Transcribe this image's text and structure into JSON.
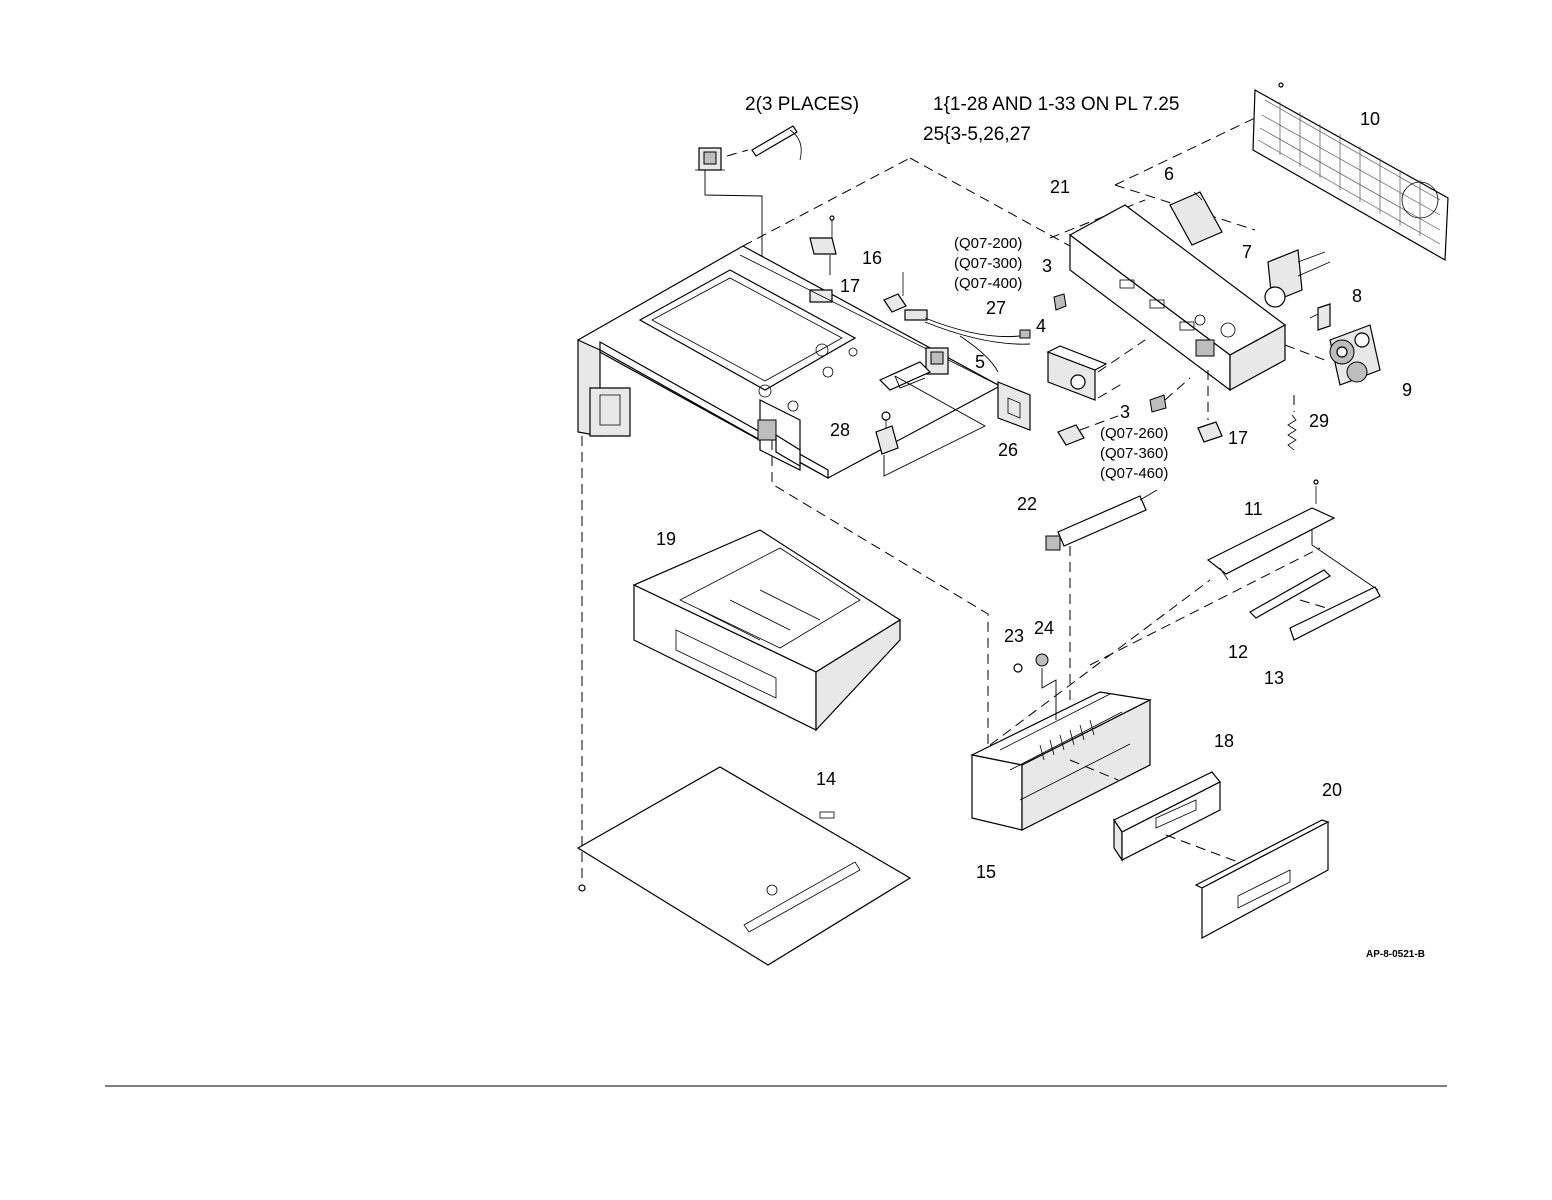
{
  "header": {
    "note_places": "2(3 PLACES)",
    "note_ref_1": "1{1-28 AND 1-33 ON PL 7.25",
    "note_ref_25": "25{3-5,26,27"
  },
  "callouts": {
    "c1": "3",
    "c2": "4",
    "c3": "5",
    "c4": "6",
    "c5": "7",
    "c6": "8",
    "c7": "9",
    "c8": "10",
    "c9": "11",
    "c10": "12",
    "c11": "13",
    "c12": "14",
    "c13": "15",
    "c14": "16",
    "c15": "17",
    "c16": "17",
    "c17": "18",
    "c18": "19",
    "c19": "20",
    "c20": "21",
    "c21": "22",
    "c22": "23",
    "c23": "24",
    "c24": "26",
    "c25": "27",
    "c26": "28",
    "c27": "29",
    "c28": "3"
  },
  "variants_a": [
    "(Q07-200)",
    "(Q07-300)",
    "(Q07-400)"
  ],
  "variants_b": [
    "(Q07-260)",
    "(Q07-360)",
    "(Q07-460)"
  ],
  "figure_code": "AP-8-0521-B"
}
